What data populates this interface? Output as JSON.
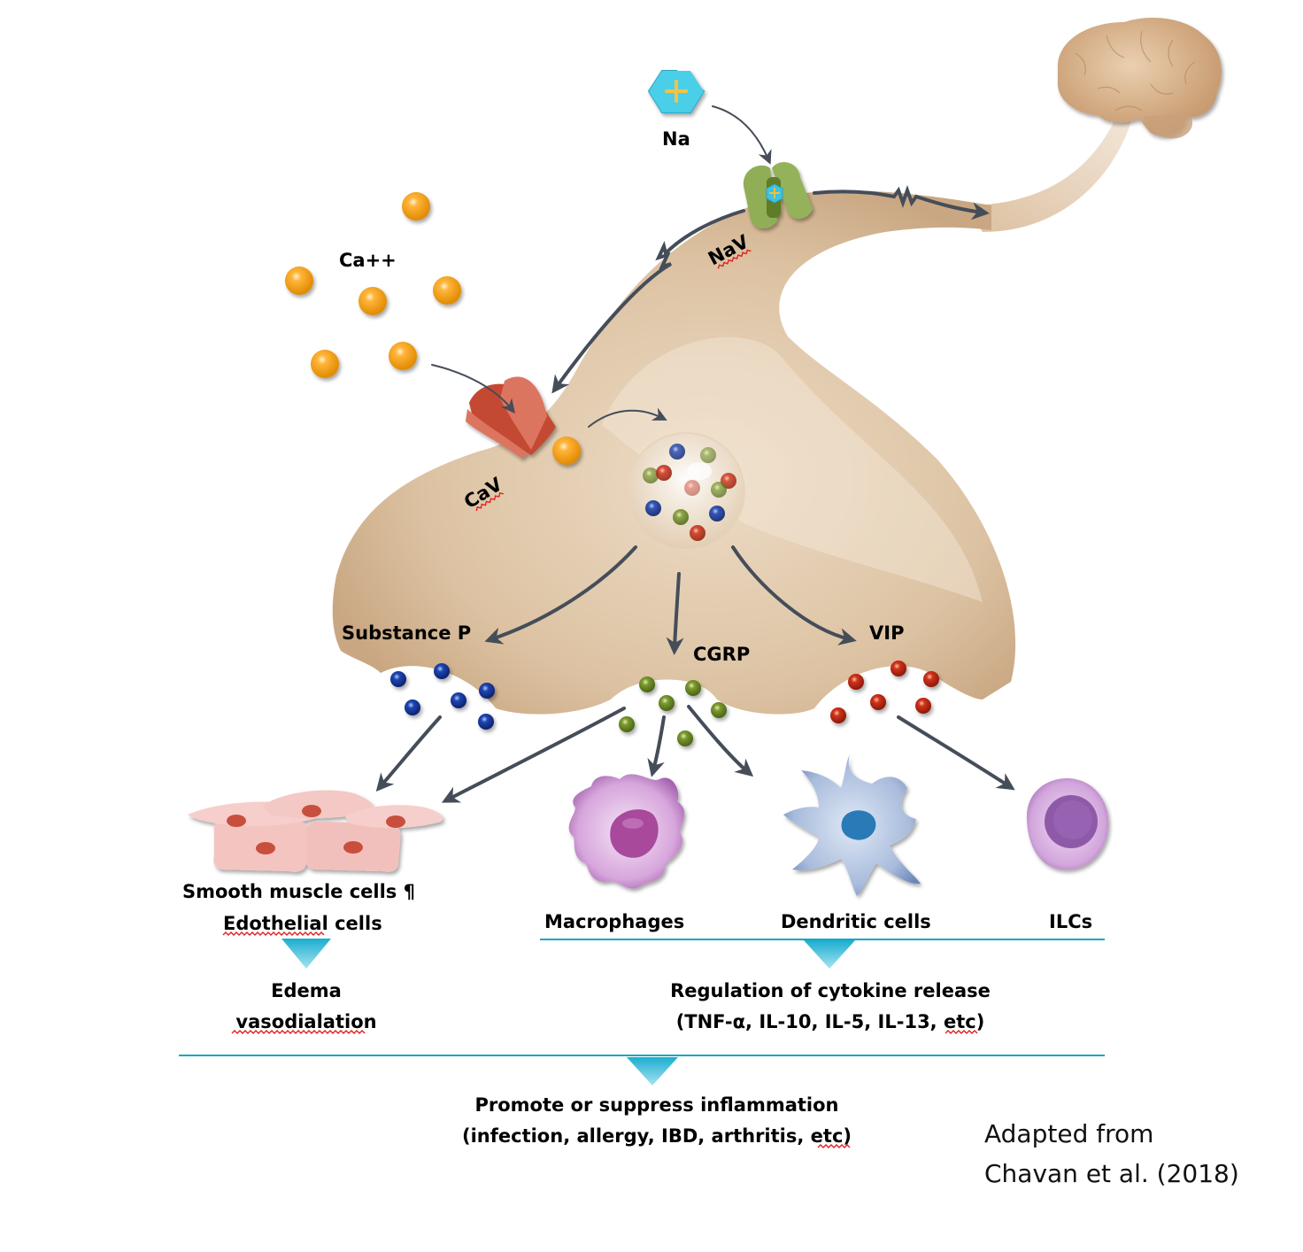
{
  "figure": {
    "ions": {
      "sodium_label": "Na",
      "calcium_label": "Ca++"
    },
    "channels": {
      "sodium_channel_label": "NaV",
      "calcium_channel_label": "CaV"
    },
    "neuropeptides": {
      "substance_p": "Substance P",
      "cgrp": "CGRP",
      "vip": "VIP"
    },
    "target_cells": {
      "smooth_muscle_line1": "Smooth muscle cells ¶",
      "smooth_muscle_line2": "Edothelial cells",
      "macrophages": "Macrophages",
      "dendritic": "Dendritic cells",
      "ilcs": "ILCs"
    },
    "outcomes": {
      "edema_line1": "Edema",
      "edema_line2": "vasodialation",
      "cytokine_line1": "Regulation of cytokine release",
      "cytokine_line2": "(TNF-α, IL-10, IL-5, IL-13, etc)",
      "final_line1": "Promote or suppress inflammation",
      "final_line2": "(infection, allergy, IBD, arthritis, etc)"
    },
    "credit": {
      "line1": "Adapted from",
      "line2": "Chavan et al. (2018)"
    },
    "colors": {
      "neuron": "#dcc0a0",
      "calcium_ion": "#f5a010",
      "sodium_ion": "#3cc4e0",
      "nav_channel": "#7a9a3c",
      "cav_channel": "#c8503a",
      "substance_p_dot": "#143c96",
      "cgrp_dot": "#6e8c28",
      "vip_dot": "#c0280e",
      "rule": "#19a6c4"
    }
  }
}
